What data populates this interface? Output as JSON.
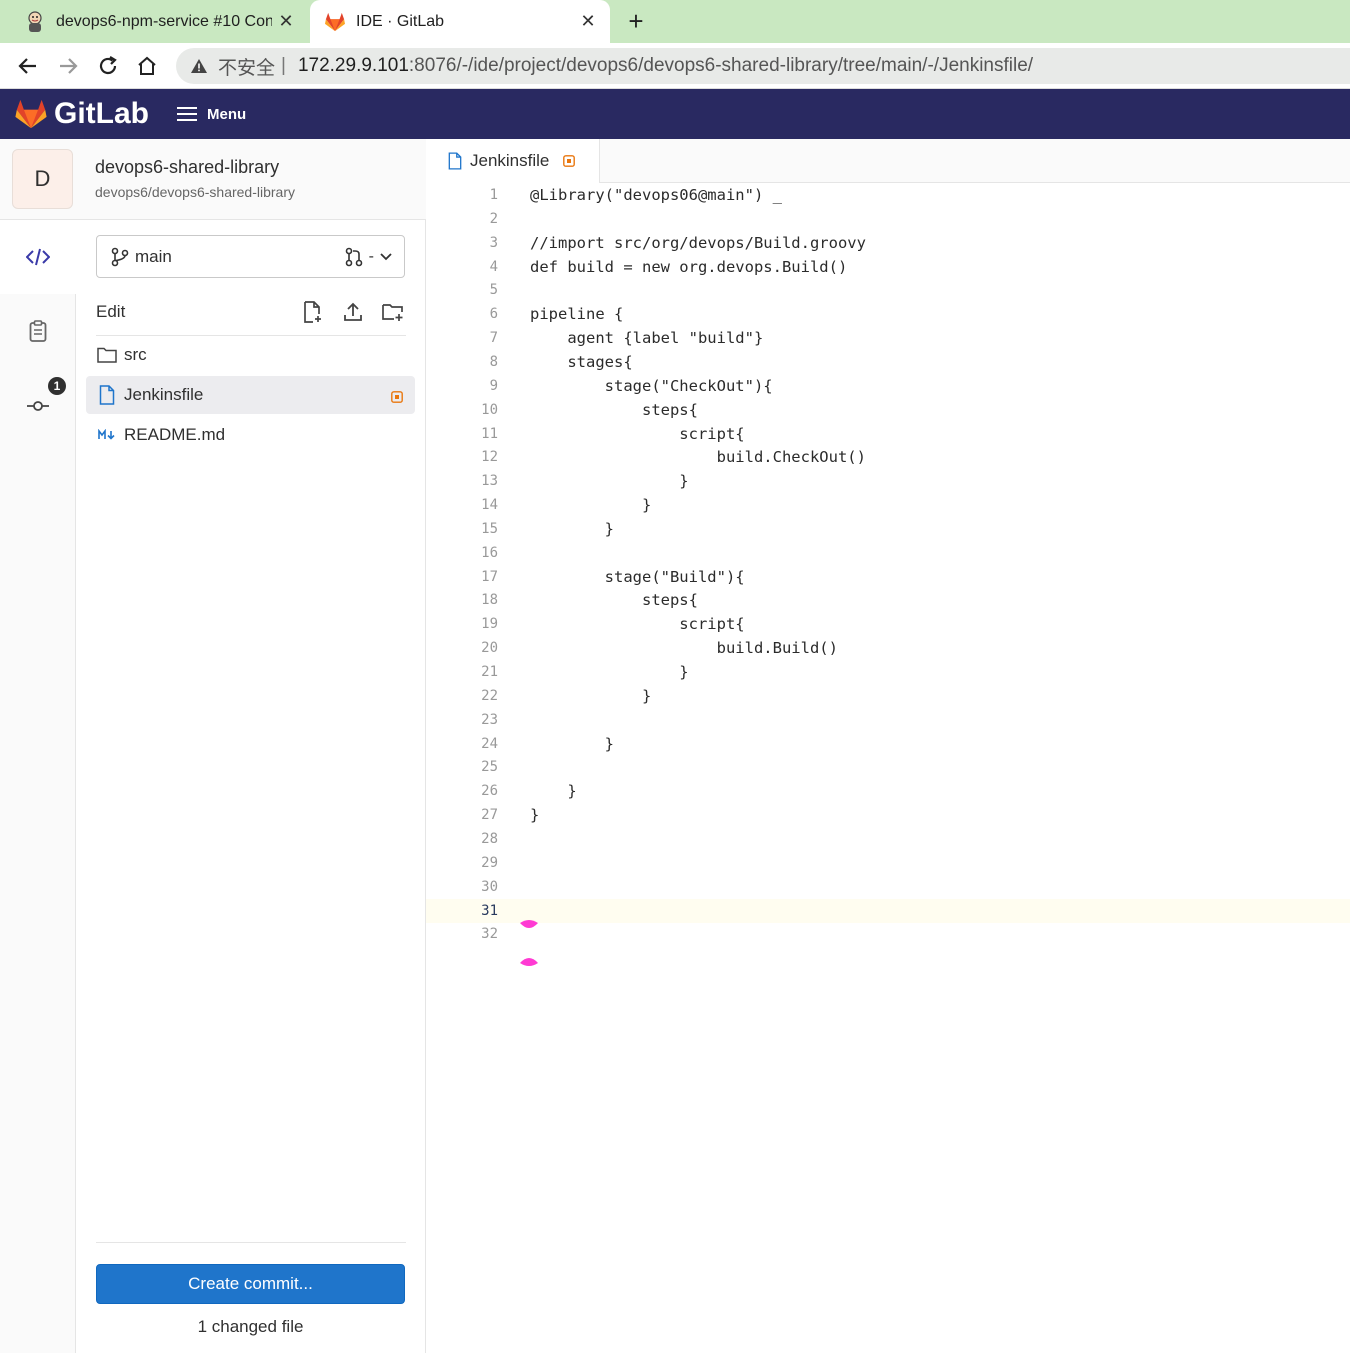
{
  "browser": {
    "tabs": [
      {
        "title": "devops6-npm-service #10 Con",
        "close": "✕"
      },
      {
        "title": "IDE · GitLab",
        "close": "✕"
      }
    ],
    "new_tab": "+",
    "address": {
      "insecure_label": "不安全",
      "separator": "|",
      "host": "172.29.9.101",
      "path": ":8076/-/ide/project/devops6/devops6-shared-library/tree/main/-/Jenkinsfile/"
    }
  },
  "header": {
    "logo_text": "GitLab",
    "menu_label": "Menu",
    "bg_color": "#292961"
  },
  "project": {
    "avatar_letter": "D",
    "name": "devops6-shared-library",
    "path": "devops6/devops6-shared-library"
  },
  "activity": {
    "commit_badge": "1"
  },
  "filepanel": {
    "branch": "main",
    "mr_label": "-",
    "edit_label": "Edit",
    "tree": [
      {
        "name": "src",
        "type": "folder"
      },
      {
        "name": "Jenkinsfile",
        "type": "file",
        "modified": true
      },
      {
        "name": "README.md",
        "type": "markdown"
      }
    ],
    "commit_button": "Create commit...",
    "changed_count": "1 changed file"
  },
  "editor": {
    "tab_title": "Jenkinsfile",
    "current_line": 31,
    "lines": [
      "@Library(\"devops06@main\") _",
      "",
      "//import src/org/devops/Build.groovy",
      "def build = new org.devops.Build()",
      "",
      "pipeline {",
      "    agent {label \"build\"}",
      "    stages{",
      "        stage(\"CheckOut\"){",
      "            steps{",
      "                script{",
      "                    build.CheckOut()",
      "                }",
      "            }",
      "        }",
      "",
      "        stage(\"Build\"){",
      "            steps{",
      "                script{",
      "                    build.Build()",
      "                }",
      "            }",
      "",
      "        }",
      "",
      "    }",
      "}",
      "",
      "",
      "",
      "",
      ""
    ]
  },
  "colors": {
    "accent": "#1f75cb",
    "modified": "#e9760d",
    "cursor_mark": "#ff3ad3"
  }
}
